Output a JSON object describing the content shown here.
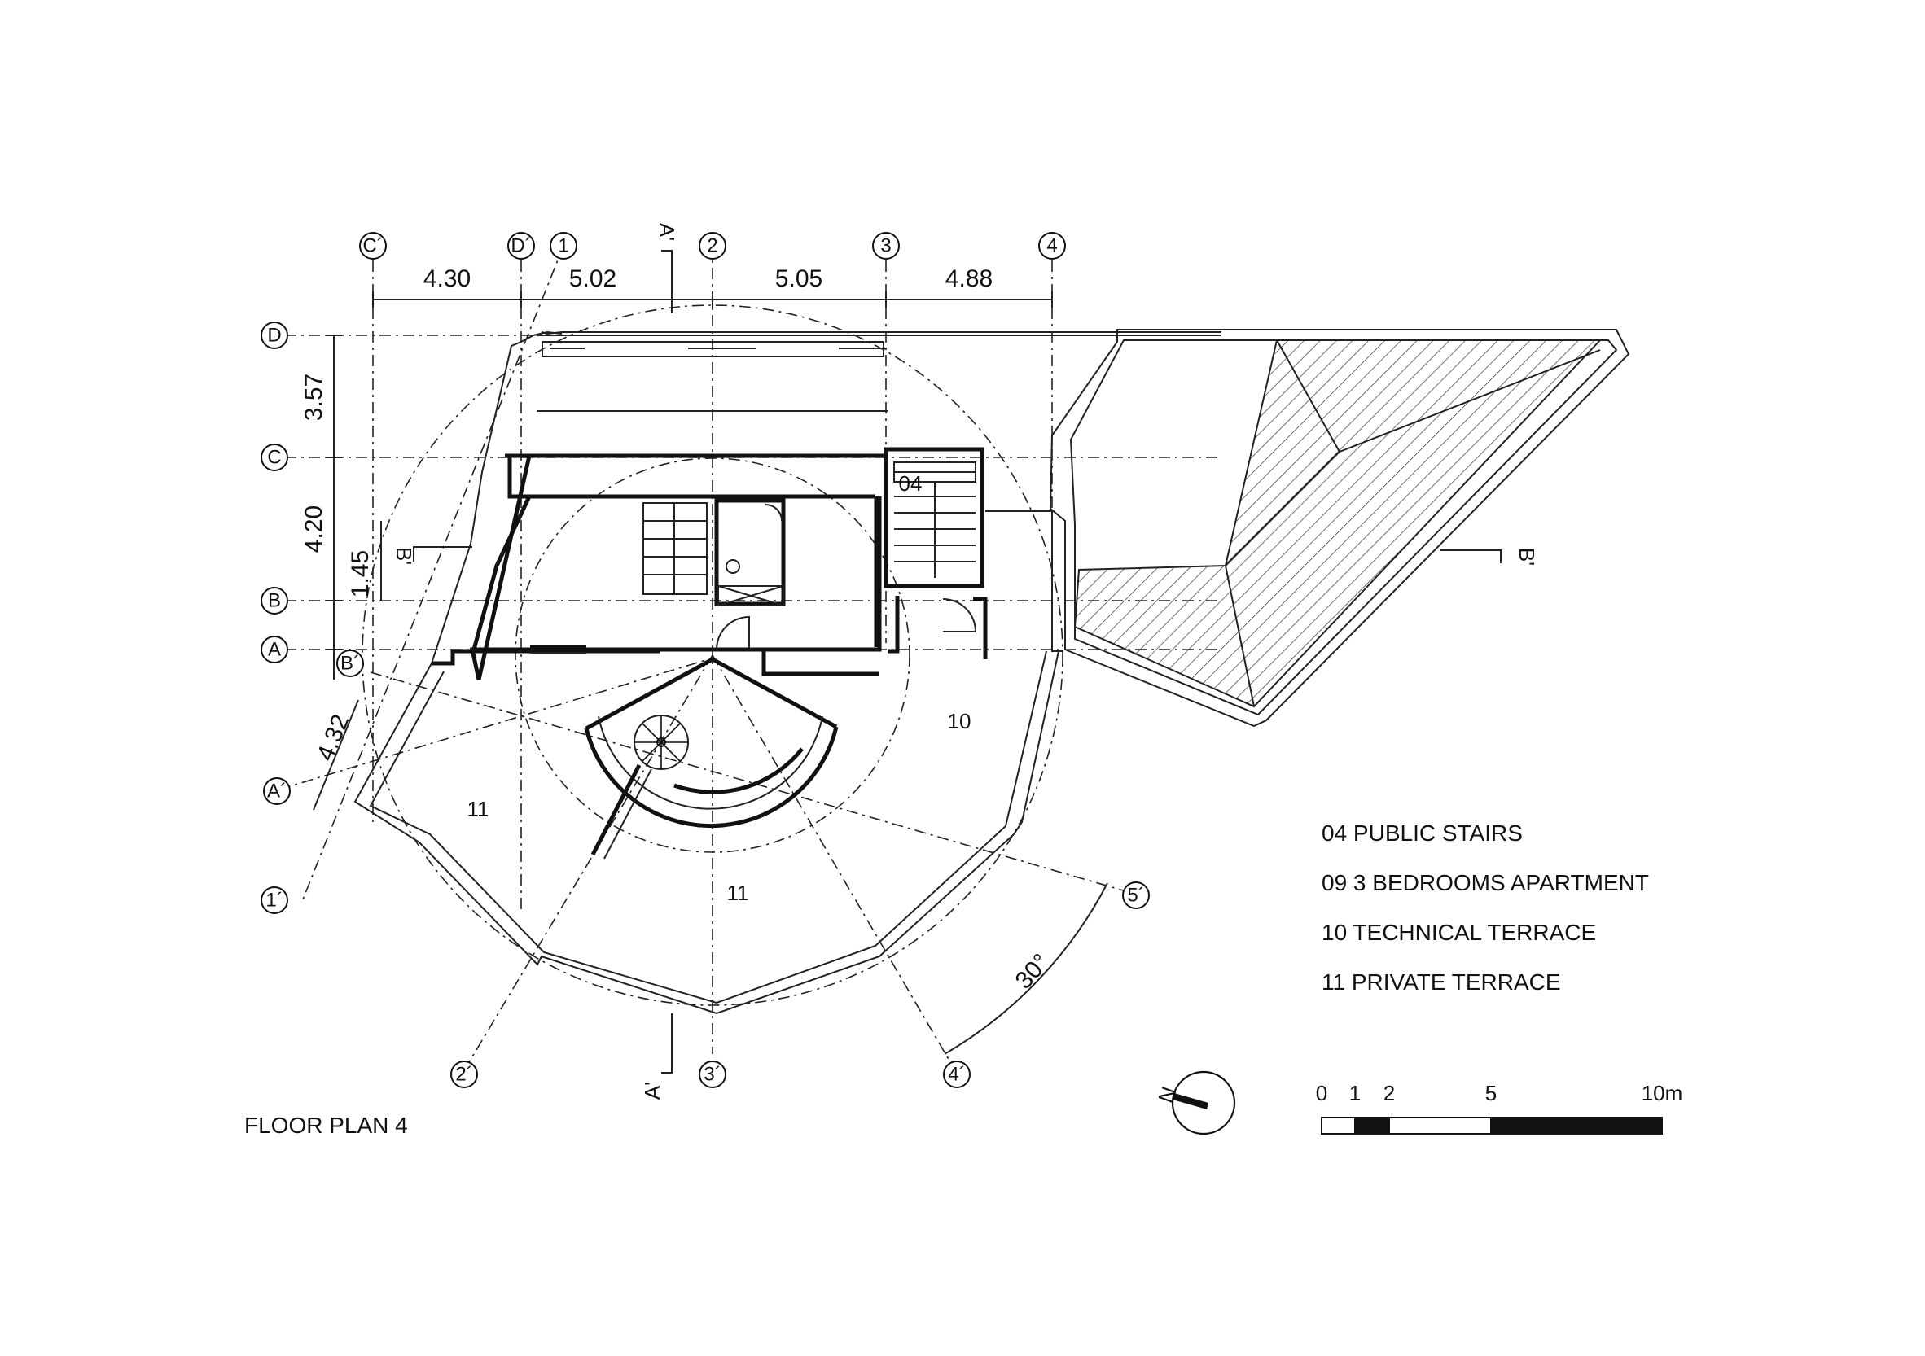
{
  "title": "FLOOR PLAN 4",
  "grid_bubbles": {
    "c_prime": "C´",
    "d_prime": "D´",
    "g1": "1",
    "g2": "2",
    "g3": "3",
    "g4": "4",
    "d": "D",
    "c": "C",
    "b": "B",
    "a": "A",
    "b_prime": "B´",
    "a_prime": "A´",
    "g1_prime": "1´",
    "g2_prime": "2´",
    "g3_prime": "3´",
    "g4_prime": "4´",
    "g5_prime": "5´"
  },
  "dimensions": {
    "top": [
      "4.30",
      "5.02",
      "5.05",
      "4.88"
    ],
    "left": [
      "3.57",
      "4.20",
      "1.45"
    ],
    "diagonal": "4.32",
    "angle": "30°"
  },
  "section_marks": {
    "a_top": "A'",
    "a_bottom": "A'",
    "b_left": "B'",
    "b_right": "B'"
  },
  "rooms": {
    "stairs": "04",
    "technical": "10",
    "terrace_left": "11",
    "terrace_center": "11"
  },
  "legend": [
    "04 PUBLIC STAIRS",
    "09 3 BEDROOMS APARTMENT",
    "10 TECHNICAL TERRACE",
    "11 PRIVATE TERRACE"
  ],
  "north": "N",
  "scale_labels": [
    "0",
    "1",
    "2",
    "5",
    "10m"
  ]
}
